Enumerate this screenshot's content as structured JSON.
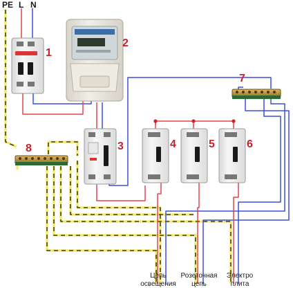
{
  "rails": {
    "pe": "PE",
    "l": "L",
    "n": "N"
  },
  "device_numbers": [
    "1",
    "2",
    "3",
    "4",
    "5",
    "6",
    "7",
    "8"
  ],
  "circuits": {
    "lighting": [
      "Цепь",
      "освещения"
    ],
    "sockets": [
      "Розеточная",
      "цепь"
    ],
    "stove": [
      "Электро",
      "плита"
    ]
  },
  "colors": {
    "phase": "#e0454b",
    "neutral": "#3a4fd8",
    "ground_yellow": "#f3e860",
    "ground_dash": "#1a1a1a",
    "device_body": "#f2f2f2",
    "meter_body": "#e9e6df",
    "label_red": "#c8202a",
    "busbar_brass": "#b58a2e",
    "busbar_base": "#2a6a33"
  }
}
